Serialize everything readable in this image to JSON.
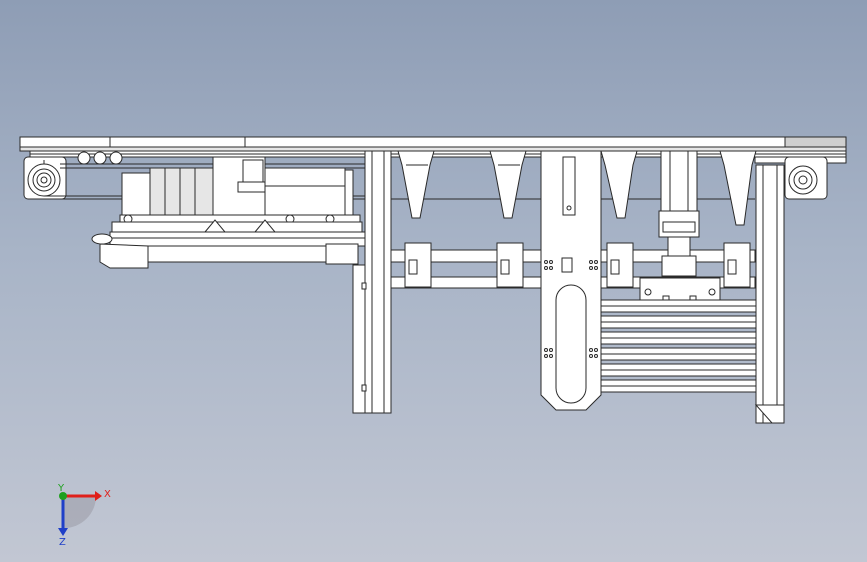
{
  "view": {
    "background_top": "#8e9db5",
    "background_bottom": "#c2c7d3",
    "line_color": "#2a2a2a",
    "part_fill": "#ffffff"
  },
  "triad": {
    "x_label": "X",
    "y_label": "Y",
    "z_label": "Z",
    "x_color": "#e0201a",
    "y_color": "#1fa01f",
    "z_color": "#1f3fc8"
  }
}
